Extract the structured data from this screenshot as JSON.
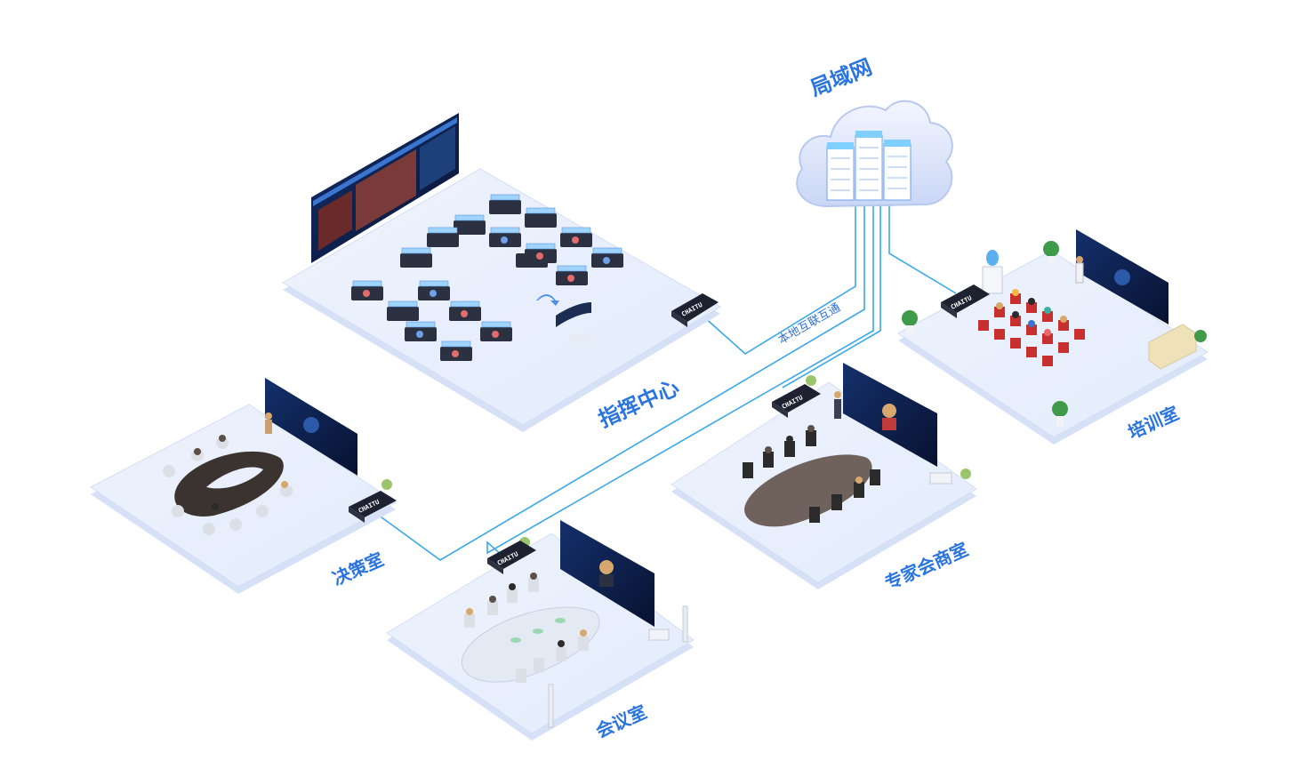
{
  "labels": {
    "lan": "局域网",
    "interconnect": "本地互联互通",
    "command_center": "指挥中心",
    "decision_room": "决策室",
    "meeting_room": "会议室",
    "expert_room": "专家会商室",
    "training_room": "培训室"
  },
  "device_brand": "CHAITU",
  "colors": {
    "platform": "#e9effc",
    "platform_edge": "#d3def5",
    "line": "#3aa8e8",
    "label": "#2a74e0",
    "screen": "#0e1b3d"
  }
}
